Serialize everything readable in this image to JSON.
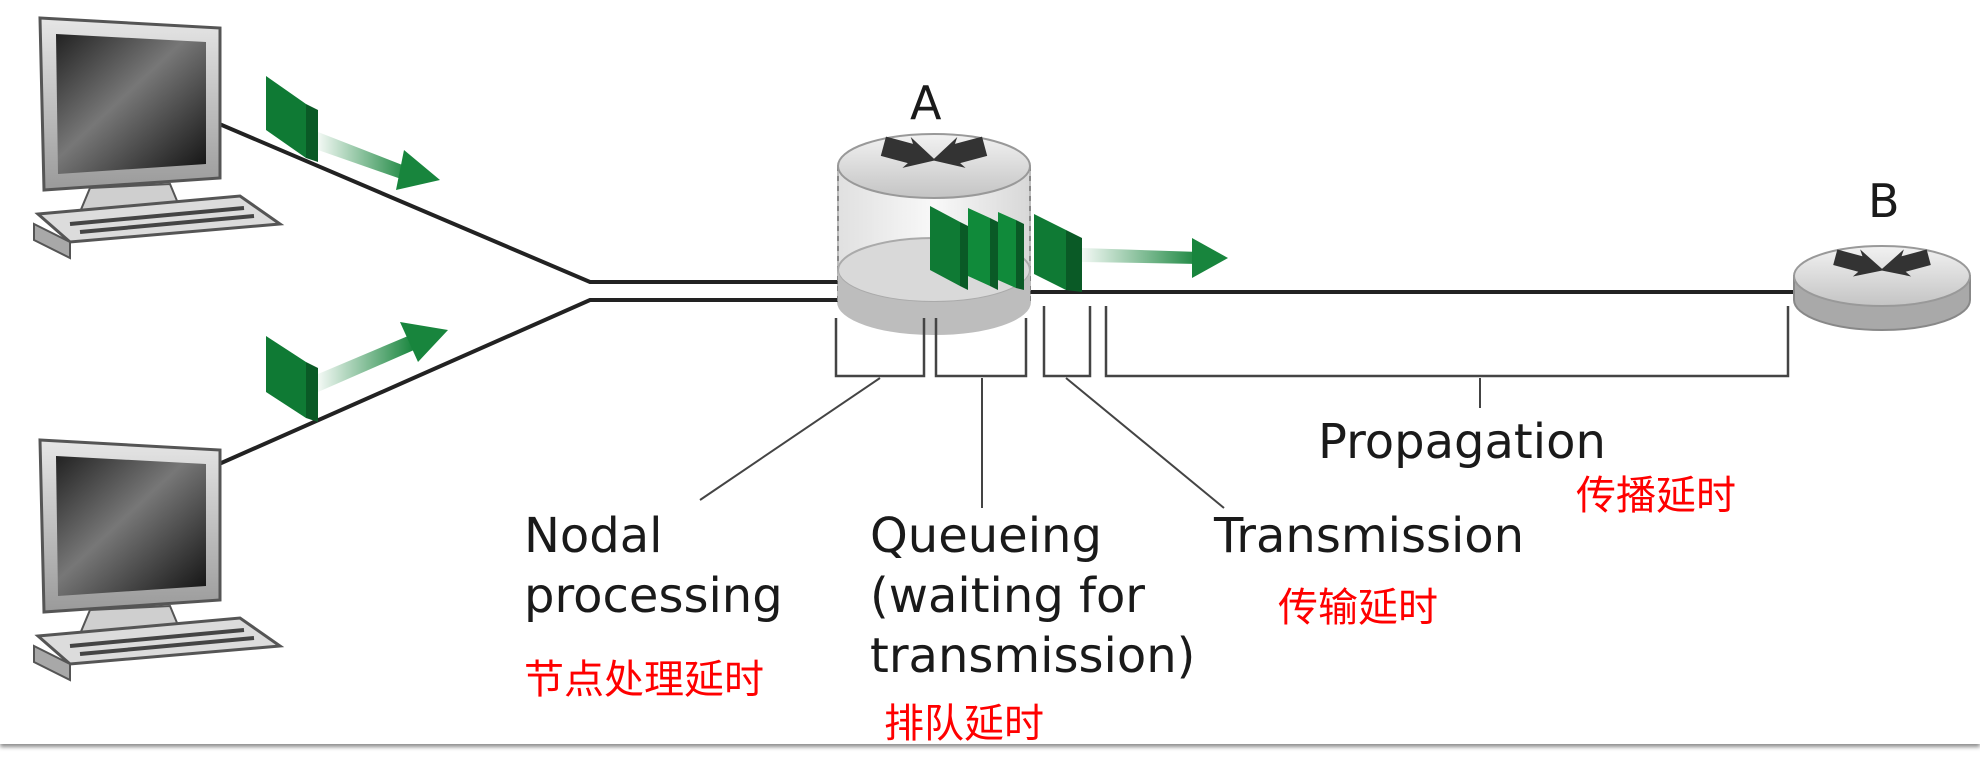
{
  "nodes": {
    "a": "A",
    "b": "B"
  },
  "delays": {
    "nodal": {
      "line1": "Nodal",
      "line2": "processing",
      "cn": "节点处理延时"
    },
    "queueing": {
      "line1": "Queueing",
      "line2": "(waiting for",
      "line3": "transmission)",
      "cn": "排队延时"
    },
    "transmission": {
      "en": "Transmission",
      "cn": "传输延时"
    },
    "propagation": {
      "en": "Propagation",
      "cn": "传播延时"
    }
  },
  "colors": {
    "packet": "#0f7a34",
    "arrow": "#18853d",
    "annotation": "#ff0000",
    "link": "#222222"
  }
}
